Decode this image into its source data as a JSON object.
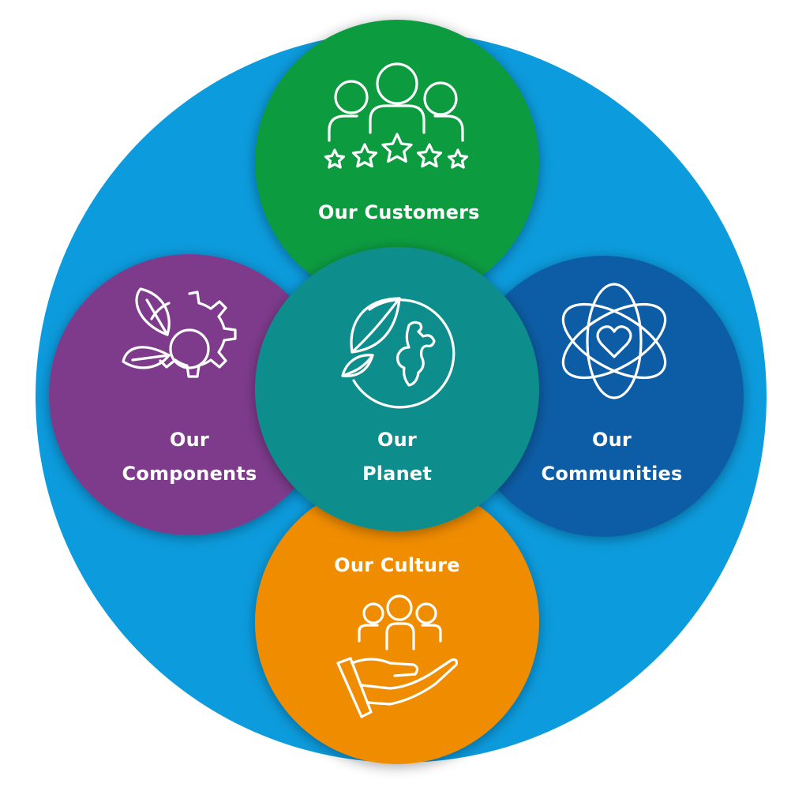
{
  "diagram": {
    "colors": {
      "outer_ring": "#0C9BDD",
      "customers": "#0A9B40",
      "components": "#7E3B8C",
      "communities": "#0B5DA6",
      "culture": "#F08C00",
      "planet": "#0D8D8B",
      "text": "#FFFFFF"
    },
    "nodes": {
      "customers": {
        "label_line1": "Our Customers",
        "icon": "people-with-stars-icon"
      },
      "components": {
        "label_line1": "Our",
        "label_line2": "Components",
        "icon": "gear-with-leaves-icon"
      },
      "planet": {
        "label_line1": "Our",
        "label_line2": "Planet",
        "icon": "globe-with-leaf-icon"
      },
      "communities": {
        "label_line1": "Our",
        "label_line2": "Communities",
        "icon": "heart-orbit-icon"
      },
      "culture": {
        "label_line1": "Our Culture",
        "icon": "hand-holding-people-icon"
      }
    }
  }
}
